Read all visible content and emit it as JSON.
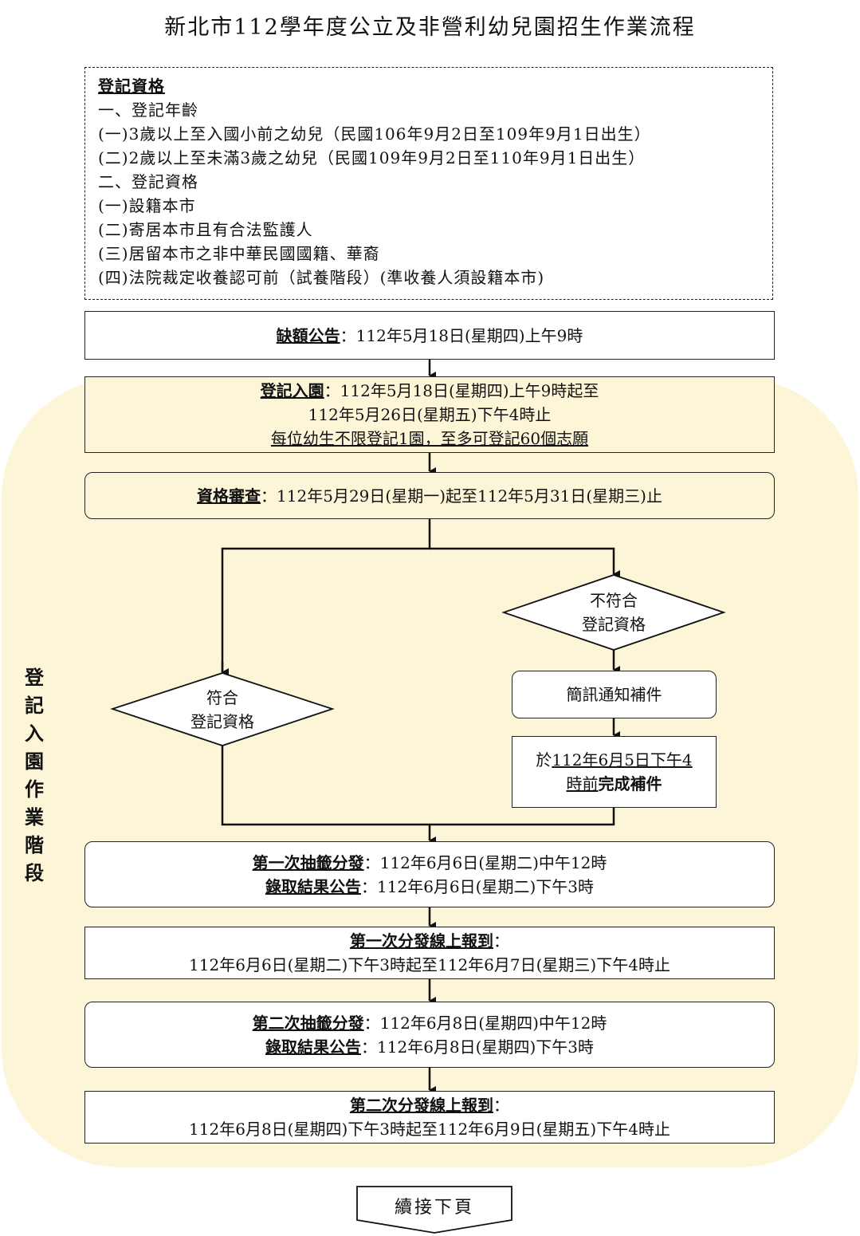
{
  "title": "新北市112學年度公立及非營利幼兒園招生作業流程",
  "requirements": {
    "heading": "登記資格",
    "lines": [
      "一、登記年齡",
      "(一)3歲以上至入國小前之幼兒（民國106年9月2日至109年9月1日出生）",
      "(二)2歲以上至未滿3歲之幼兒（民國109年9月2日至110年9月1日出生）",
      "二、登記資格",
      "(一)設籍本市",
      "(二)寄居本市且有合法監護人",
      "(三)居留本市之非中華民國國籍、華裔",
      "(四)法院裁定收養認可前（試養階段）(準收養人須設籍本市)"
    ]
  },
  "vacancy": {
    "label": "缺額公告",
    "text": "：112年5月18日(星期四)上午9時"
  },
  "register": {
    "label": "登記入園",
    "line1": "：112年5月18日(星期四)上午9時起至",
    "line2": "112年5月26日(星期五)下午4時止",
    "line3": "每位幼生不限登記1園，至多可登記60個志願"
  },
  "review": {
    "label": "資格審查",
    "text": "：112年5月29日(星期一)起至112年5月31日(星期三)止"
  },
  "not_qualified": {
    "line1": "不符合",
    "line2": "登記資格"
  },
  "qualified": {
    "line1": "符合",
    "line2": "登記資格"
  },
  "sms": {
    "text": "簡訊通知補件"
  },
  "supplement": {
    "pre": "於",
    "date1": "112年6月5日下午4",
    "date2": "時前",
    "bold": "完成補件"
  },
  "draw1": {
    "label1": "第一次抽籤分發",
    "text1": "：112年6月6日(星期二)中午12時",
    "label2": "錄取結果公告",
    "text2": "：112年6月6日(星期二)下午3時"
  },
  "report1": {
    "label": "第一次分發線上報到",
    "colon": "：",
    "text": "112年6月6日(星期二)下午3時起至112年6月7日(星期三)下午4時止"
  },
  "draw2": {
    "label1": "第二次抽籤分發",
    "text1": "：112年6月8日(星期四)中午12時",
    "label2": "錄取結果公告",
    "text2": "：112年6月8日(星期四)下午3時"
  },
  "report2": {
    "label": "第二次分發線上報到",
    "colon": "：",
    "text": "112年6月8日(星期四)下午3時起至112年6月9日(星期五)下午4時止"
  },
  "stage_label": [
    "登",
    "記",
    "入",
    "園",
    "作",
    "業",
    "階",
    "段"
  ],
  "continue": "續接下頁"
}
